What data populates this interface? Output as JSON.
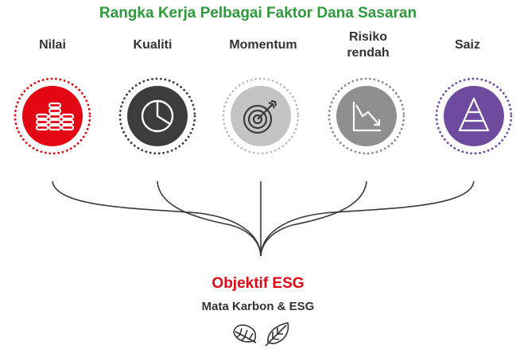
{
  "title": "Rangka Kerja Pelbagai Faktor Dana Sasaran",
  "factors": [
    {
      "label_line1": "Nilai",
      "label_line2": "",
      "icon": "coins-stack-icon",
      "color": "#e30613"
    },
    {
      "label_line1": "Kualiti",
      "label_line2": "",
      "icon": "pie-chart-icon",
      "color": "#3c3c3c"
    },
    {
      "label_line1": "Momentum",
      "label_line2": "",
      "icon": "target-arrow-icon",
      "color": "#bdbdbd"
    },
    {
      "label_line1": "Risiko",
      "label_line2": "rendah",
      "icon": "declining-chart-icon",
      "color": "#8c8c8c"
    },
    {
      "label_line1": "Saiz",
      "label_line2": "",
      "icon": "pyramid-icon",
      "color": "#6e4b9e"
    }
  ],
  "objective": {
    "title": "Objektif ESG",
    "subtitle": "Mata Karbon & ESG",
    "icons": [
      "leaf-icon",
      "leaf-icon"
    ]
  },
  "colors": {
    "title": "#2f9a3b",
    "objective": "#e30613",
    "connector": "#3a3a3a"
  }
}
